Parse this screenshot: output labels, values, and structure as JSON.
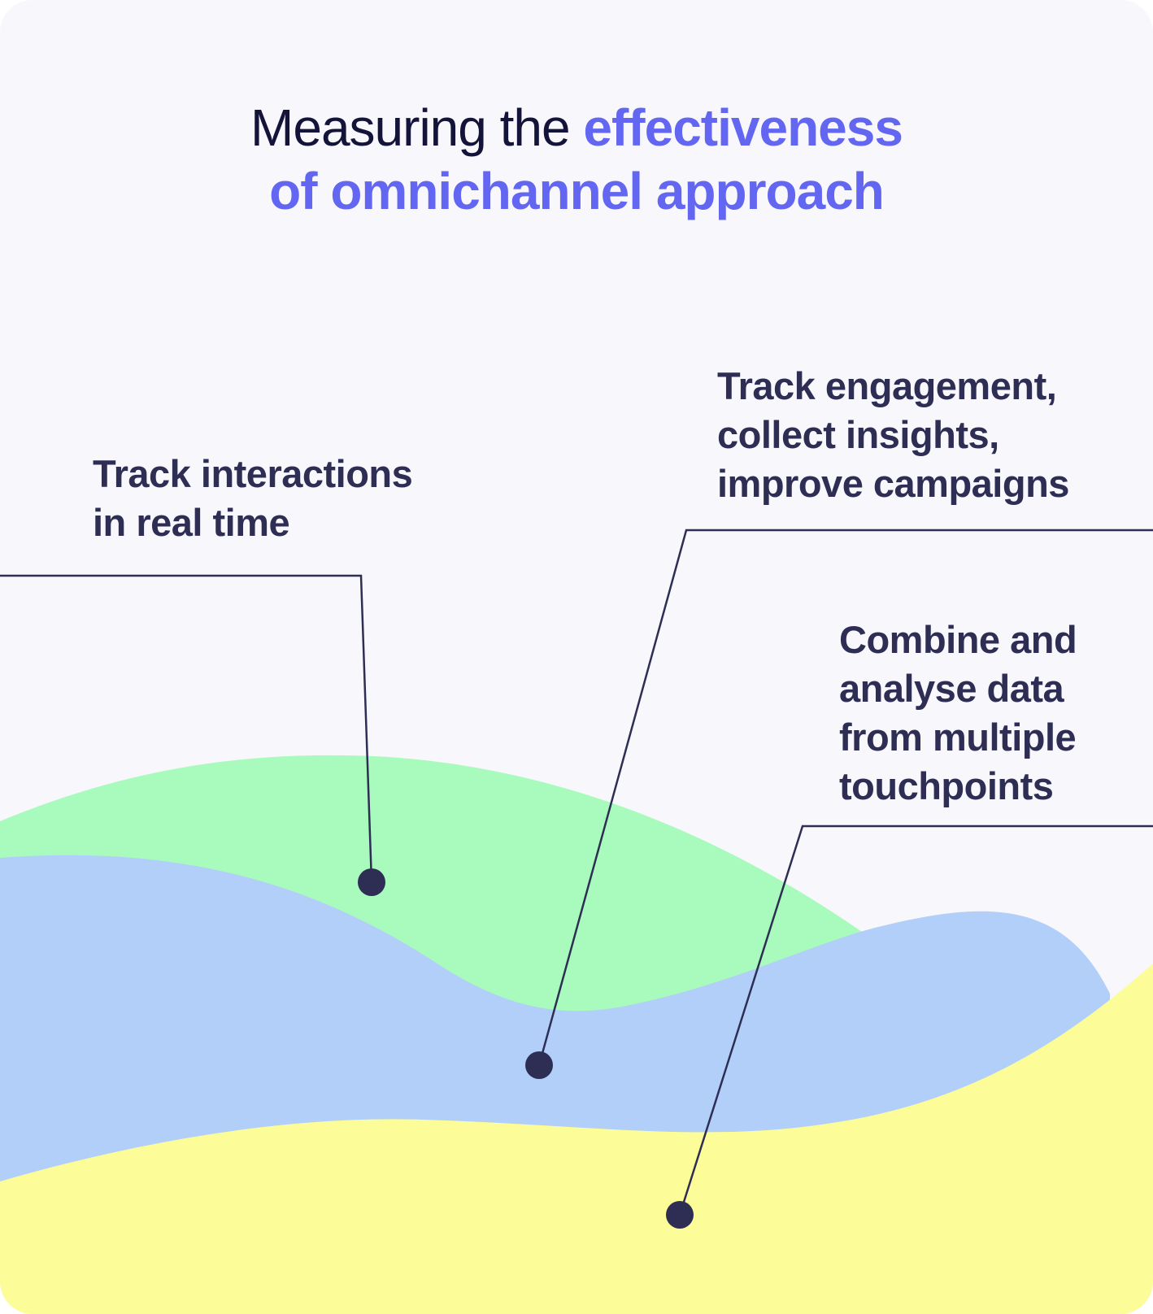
{
  "title": {
    "plain": "Measuring the ",
    "accent_line1": "effectiveness",
    "accent_line2": "of omnichannel approach"
  },
  "callouts": [
    {
      "lines": [
        "Track interactions",
        "in real time"
      ]
    },
    {
      "lines": [
        "Track engagement,",
        "collect insights,",
        "improve campaigns"
      ]
    },
    {
      "lines": [
        "Combine and",
        "analyse data",
        "from multiple",
        "touchpoints"
      ]
    }
  ],
  "colors": {
    "background": "#f8f7fc",
    "title_dark": "#14143a",
    "title_accent": "#6366f1",
    "callout_text": "#2e2e55",
    "wave_green": "#a8fbbd",
    "wave_blue": "#b1cff8",
    "wave_yellow": "#fcfc98",
    "leader_line": "#2e2e55",
    "marker_dot": "#2e2e55"
  }
}
